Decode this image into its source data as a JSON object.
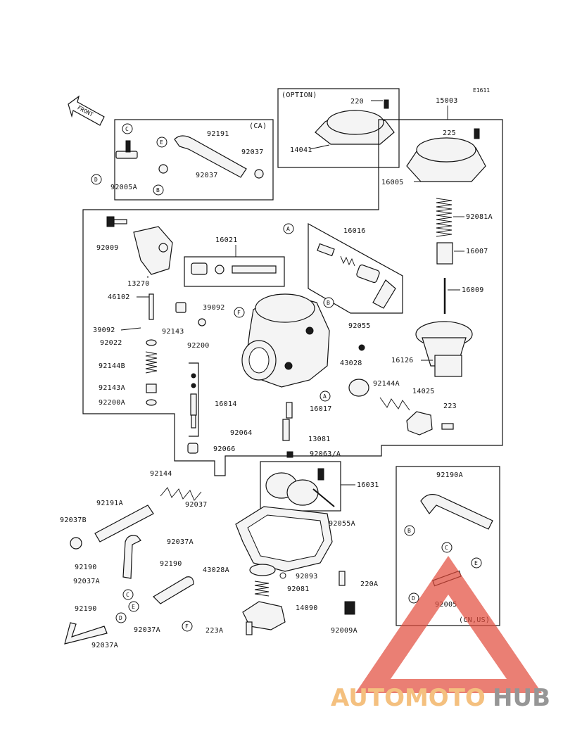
{
  "diagram_code": "E1611",
  "front_label": "FRONT",
  "option_label": "(OPTION)",
  "ca_label": "(CA)",
  "cn_us_label": "(CN,US)",
  "watermark": {
    "part1": "AUTOMOTO",
    "part2": "HUB",
    "color1": "#f0a64a",
    "color2": "#6b6b6b",
    "triangle_color": "#e24a3a"
  },
  "circle_letters": {
    "A": "A",
    "B": "B",
    "C": "C",
    "D": "D",
    "E": "E",
    "F": "F"
  },
  "parts": {
    "p220": "220",
    "p14041": "14041",
    "p15003": "15003",
    "p225": "225",
    "p16005": "16005",
    "p92081A": "92081A",
    "p16007": "16007",
    "p16009": "16009",
    "p16126": "16126",
    "p92191": "92191",
    "p92037": "92037",
    "p92005A": "92005A",
    "p92009": "92009",
    "p13270": "13270",
    "p16021": "16021",
    "p16016": "16016",
    "p46102": "46102",
    "p39092": "39092",
    "p92143": "92143",
    "p92200": "92200",
    "p92022": "92022",
    "p92144B": "92144B",
    "p92143A": "92143A",
    "p92200A": "92200A",
    "p16014": "16014",
    "p92055": "92055",
    "p43028": "43028",
    "p92144A": "92144A",
    "p14025": "14025",
    "p223": "223",
    "p16017": "16017",
    "p92064": "92064",
    "p13081": "13081",
    "p92063A": "92063/A",
    "p92066": "92066",
    "p16031": "16031",
    "p92144": "92144",
    "p92191A": "92191A",
    "p92037B": "92037B",
    "p92037A": "92037A",
    "p92190": "92190",
    "p92055A": "92055A",
    "p43028A": "43028A",
    "p92093": "92093",
    "p92081": "92081",
    "p220A": "220A",
    "p14090": "14090",
    "p223A": "223A",
    "p92009A": "92009A",
    "p92190A": "92190A",
    "p92005": "92005"
  }
}
